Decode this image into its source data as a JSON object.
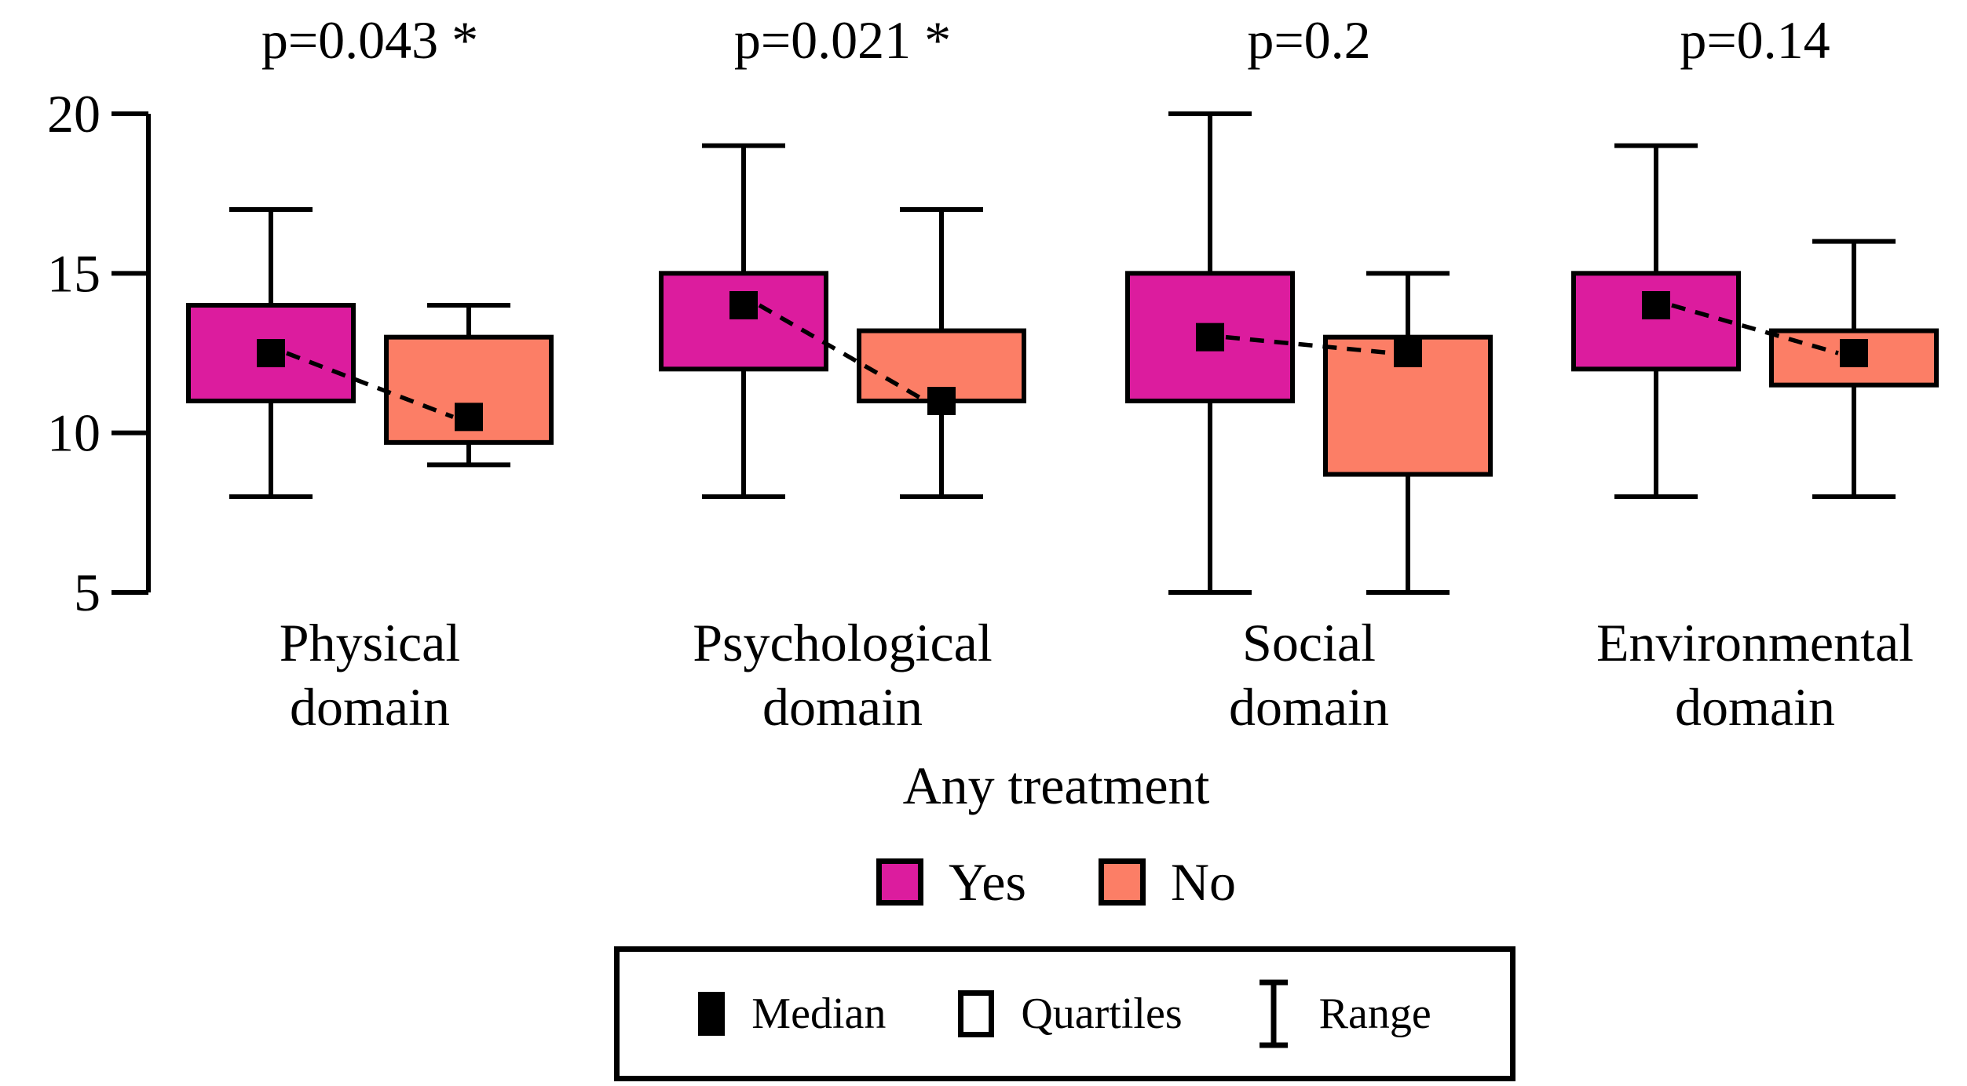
{
  "figure": {
    "background": "#ffffff",
    "treatment_legend": {
      "title": "Any treatment",
      "items": [
        {
          "label": "Yes",
          "color": "#dc1c9e"
        },
        {
          "label": "No",
          "color": "#fc7e66"
        }
      ]
    },
    "symbol_legend": {
      "items": [
        {
          "symbol": "filled-square",
          "label": "Median"
        },
        {
          "symbol": "open-square",
          "label": "Quartiles"
        },
        {
          "symbol": "error-bar",
          "label": "Range"
        }
      ]
    }
  },
  "chart_data": {
    "type": "box",
    "title": "",
    "xlabel": "",
    "ylabel": "",
    "ylim": [
      5,
      20
    ],
    "yticks": [
      20,
      15,
      10,
      5
    ],
    "grid": false,
    "legend_position": "bottom",
    "series": [
      {
        "name": "Yes",
        "color": "#dc1c9e"
      },
      {
        "name": "No",
        "color": "#fc7e66"
      }
    ],
    "median_marker_color": "#000000",
    "groups": [
      {
        "category": "Physical domain",
        "label_lines": [
          "Physical",
          "domain"
        ],
        "p_label": "p=0.043 *",
        "boxes": [
          {
            "series": "Yes",
            "min": 8,
            "q1": 11,
            "median": 12.5,
            "q3": 14,
            "max": 17
          },
          {
            "series": "No",
            "min": 9,
            "q1": 9.7,
            "median": 10.5,
            "q3": 13,
            "max": 14
          }
        ]
      },
      {
        "category": "Psychological domain",
        "label_lines": [
          "Psychological",
          "domain"
        ],
        "p_label": "p=0.021 *",
        "boxes": [
          {
            "series": "Yes",
            "min": 8,
            "q1": 12,
            "median": 14,
            "q3": 15,
            "max": 19
          },
          {
            "series": "No",
            "min": 8,
            "q1": 11,
            "median": 11,
            "q3": 13.2,
            "max": 17
          }
        ]
      },
      {
        "category": "Social domain",
        "label_lines": [
          "Social",
          "domain"
        ],
        "p_label": "p=0.2",
        "boxes": [
          {
            "series": "Yes",
            "min": 5,
            "q1": 11,
            "median": 13,
            "q3": 15,
            "max": 20
          },
          {
            "series": "No",
            "min": 5,
            "q1": 8.7,
            "median": 12.5,
            "q3": 13,
            "max": 15
          }
        ]
      },
      {
        "category": "Environmental domain",
        "label_lines": [
          "Environmental",
          "domain"
        ],
        "p_label": "p=0.14",
        "boxes": [
          {
            "series": "Yes",
            "min": 8,
            "q1": 12,
            "median": 14,
            "q3": 15,
            "max": 19
          },
          {
            "series": "No",
            "min": 8,
            "q1": 11.5,
            "median": 12.5,
            "q3": 13.2,
            "max": 16
          }
        ]
      }
    ]
  }
}
